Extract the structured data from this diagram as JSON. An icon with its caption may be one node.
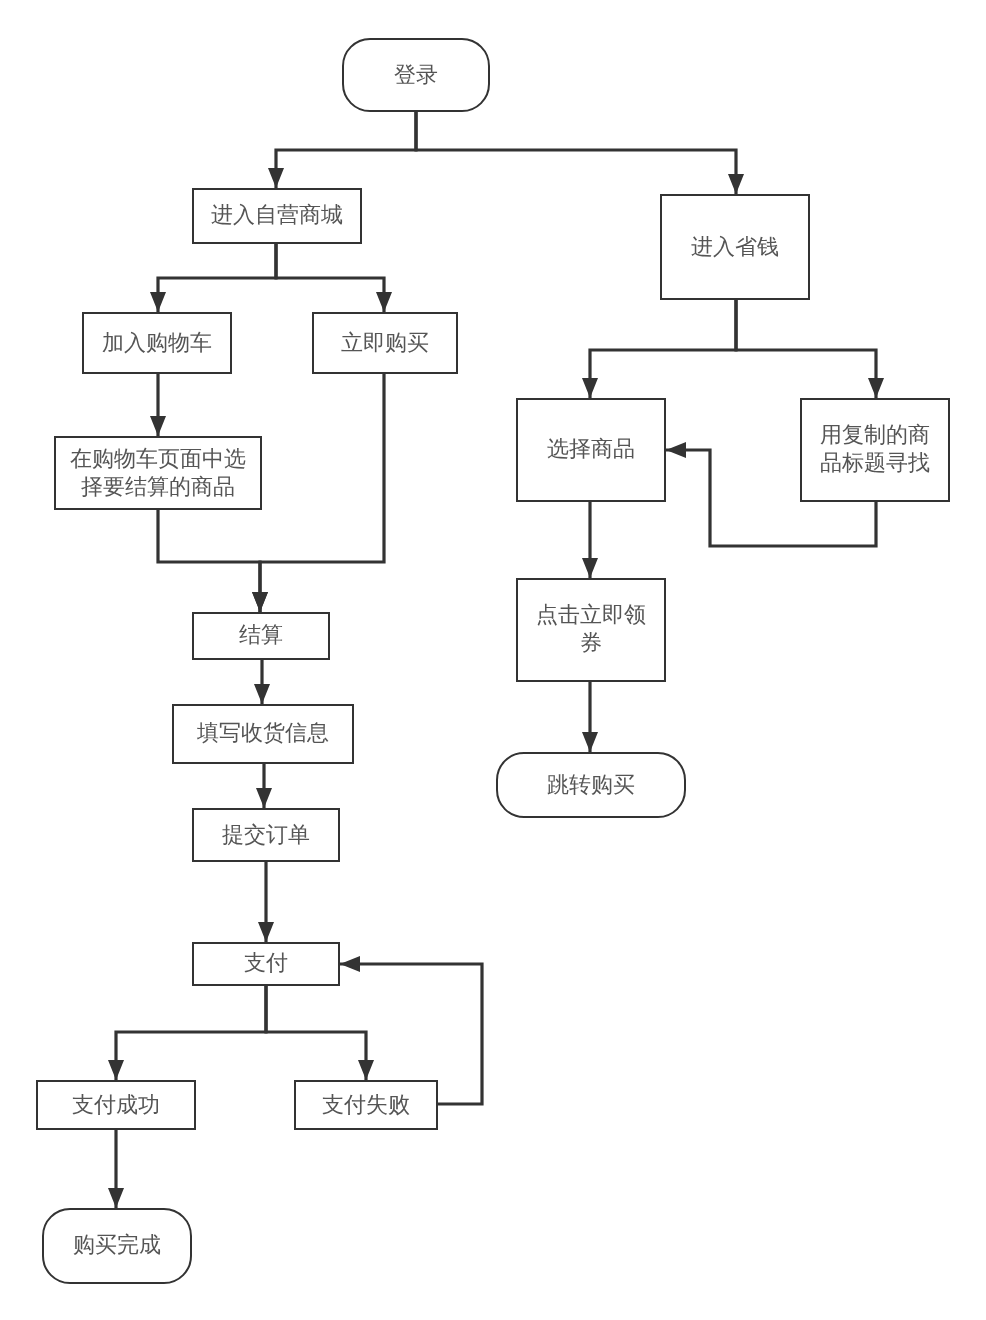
{
  "diagram": {
    "nodes": [
      {
        "text": [
          "登录"
        ]
      },
      {
        "text": [
          "进入自营商城"
        ]
      },
      {
        "text": [
          "进入省钱"
        ]
      },
      {
        "text": [
          "加入购物车"
        ]
      },
      {
        "text": [
          "立即购买"
        ]
      },
      {
        "text": [
          "选择商品"
        ]
      },
      {
        "text": [
          "用复制的商品标题寻找"
        ]
      },
      {
        "text": [
          "在购物车页面中选择要结算的商品"
        ]
      },
      {
        "text": [
          "点击立即领券"
        ]
      },
      {
        "text": [
          "结算"
        ]
      },
      {
        "text": [
          "填写收货信息"
        ]
      },
      {
        "text": [
          "跳转购买"
        ]
      },
      {
        "text": [
          "提交订单"
        ]
      },
      {
        "text": [
          "支付"
        ]
      },
      {
        "text": [
          "支付成功"
        ]
      },
      {
        "text": [
          "支付失败"
        ]
      },
      {
        "text": [
          "购买完成"
        ]
      }
    ],
    "edges": [
      {
        "from": 0,
        "to": 1,
        "arrow": "to"
      },
      {
        "from": 0,
        "to": 2,
        "arrow": "to"
      },
      {
        "from": 1,
        "to": 3,
        "arrow": "to"
      },
      {
        "from": 1,
        "to": 4,
        "arrow": "to"
      },
      {
        "from": 3,
        "to": 7,
        "arrow": "to"
      },
      {
        "from": 7,
        "to": 9,
        "arrow": "to"
      },
      {
        "from": 4,
        "to": 9,
        "arrow": "to"
      },
      {
        "from": 2,
        "to": 5,
        "arrow": "to"
      },
      {
        "from": 2,
        "to": 6,
        "arrow": "to"
      },
      {
        "from": 6,
        "to": 5,
        "arrow": "to"
      },
      {
        "from": 5,
        "to": 8,
        "arrow": "to"
      },
      {
        "from": 8,
        "to": 11,
        "arrow": "to"
      },
      {
        "from": 9,
        "to": 10,
        "arrow": "to"
      },
      {
        "from": 10,
        "to": 12,
        "arrow": "to"
      },
      {
        "from": 12,
        "to": 13,
        "arrow": "to"
      },
      {
        "from": 13,
        "to": 14,
        "arrow": "to"
      },
      {
        "from": 13,
        "to": 15,
        "arrow": "to"
      },
      {
        "from": 15,
        "to": 13,
        "arrow": "to"
      },
      {
        "from": 14,
        "to": 16,
        "arrow": "to"
      }
    ]
  }
}
